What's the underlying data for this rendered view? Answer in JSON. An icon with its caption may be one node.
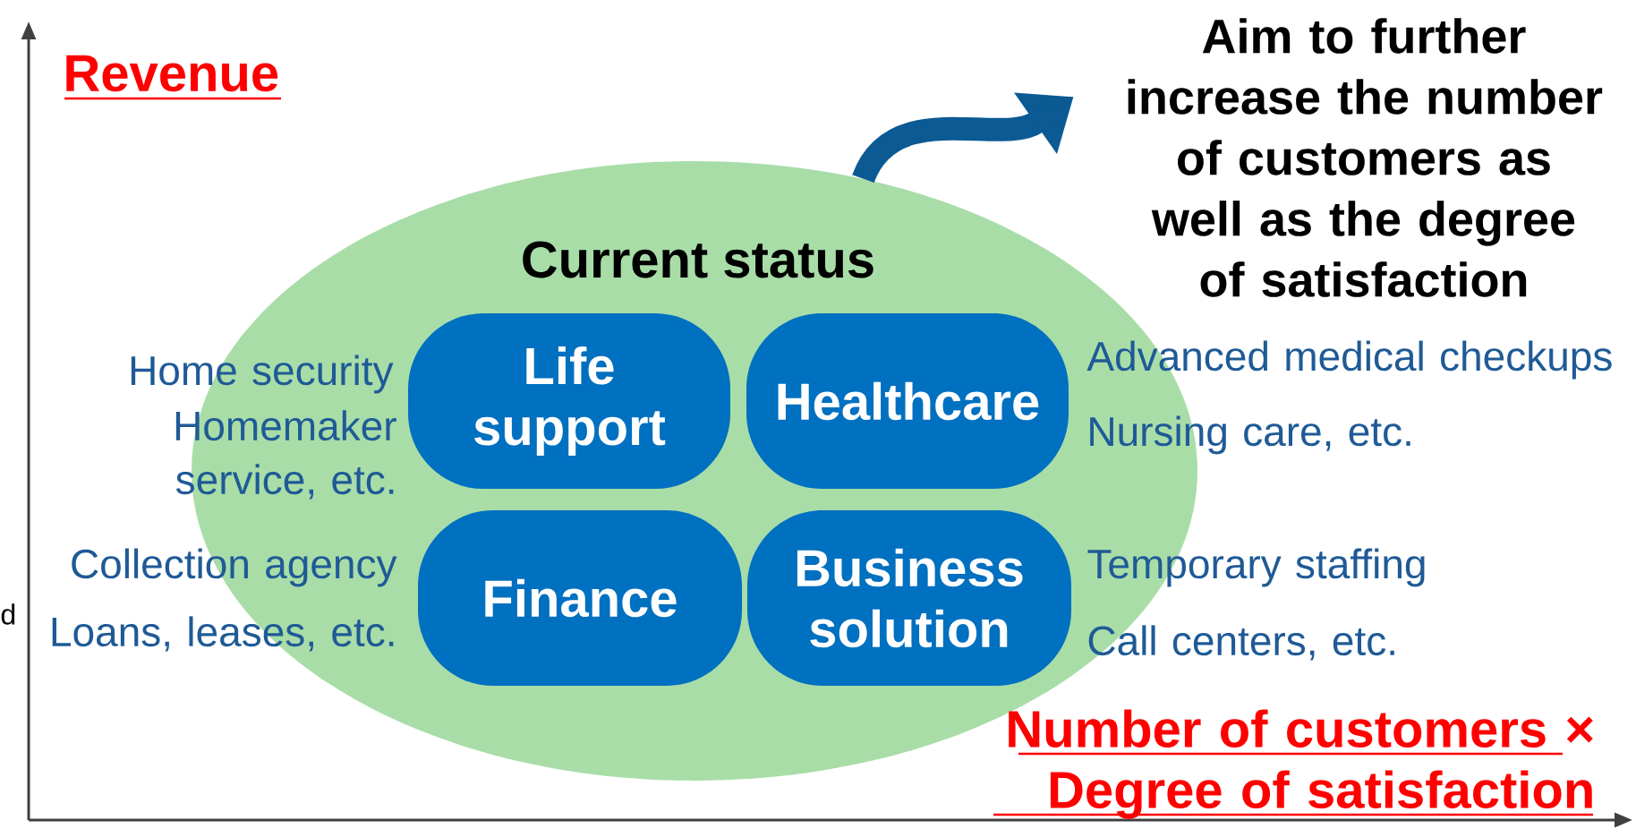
{
  "diagram": {
    "nodes": [
      {
        "text": [
          "Current status"
        ]
      },
      {
        "text": [
          "Life support"
        ],
        "in": 0,
        "beside": [
          "Home security",
          "Homemaker service, etc."
        ]
      },
      {
        "text": [
          "Healthcare"
        ],
        "in": 0,
        "beside": [
          "Advanced medical checkups",
          "Nursing care, etc."
        ]
      },
      {
        "text": [
          "Finance"
        ],
        "in": 0,
        "beside": [
          "Collection agency",
          "Loans, leases, etc."
        ]
      },
      {
        "text": [
          "Business solution"
        ],
        "in": 0,
        "beside": [
          "Temporary staffing",
          "Call centers, etc."
        ]
      },
      {
        "text": [
          "Aim to further increase the number of customers as well as the degree of satisfaction"
        ]
      }
    ],
    "edges": [
      {
        "from": 0,
        "to": 5,
        "arrow": "to"
      }
    ],
    "labels": [
      "Revenue",
      "d",
      "Number of customers × Degree of satisfaction"
    ]
  }
}
